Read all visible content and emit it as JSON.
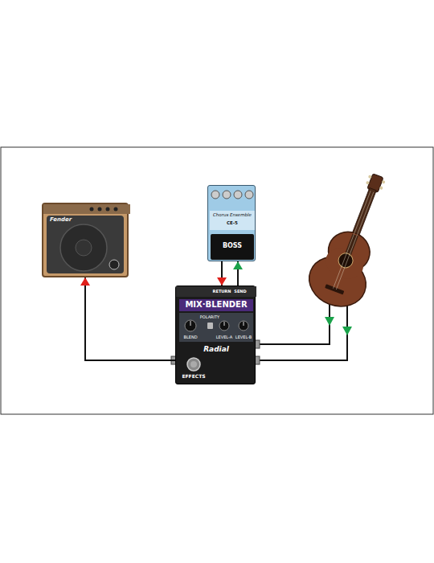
{
  "diagram": {
    "nodes": [
      {
        "text": [
          "Fender"
        ]
      },
      {
        "text": [
          "Chorus Ensemble",
          "CE-5",
          "BOSS"
        ]
      },
      {
        "text": [
          "RETURN",
          "SEND",
          "MIX·BLENDER",
          "POLARITY",
          "BLEND",
          "LEVEL-A",
          "LEVEL-B",
          "Radial",
          "EFFECTS"
        ]
      }
    ],
    "edges": [
      {
        "from": 2,
        "to": 0,
        "arrow": "to"
      },
      {
        "from": 1,
        "to": 2,
        "arrow": "to"
      },
      {
        "from": 2,
        "to": 1,
        "arrow": "to"
      }
    ]
  }
}
